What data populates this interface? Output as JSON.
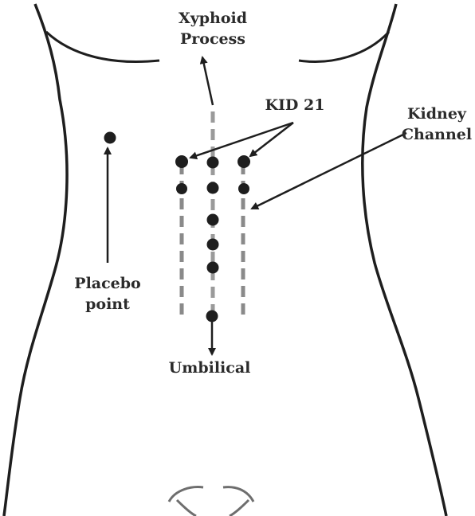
{
  "labels": {
    "xyphoid_line1": "Xyphoid",
    "xyphoid_line2": "Process",
    "kid21": "KID 21",
    "kidney_line1": "Kidney",
    "kidney_line2": "Channel",
    "placebo_line1": "Placebo",
    "placebo_line2": "point",
    "umbilical": "Umbilical"
  },
  "colors": {
    "ink": "#1e1e1e",
    "dash": "#7a7a7a",
    "text": "#2b2b2b"
  }
}
